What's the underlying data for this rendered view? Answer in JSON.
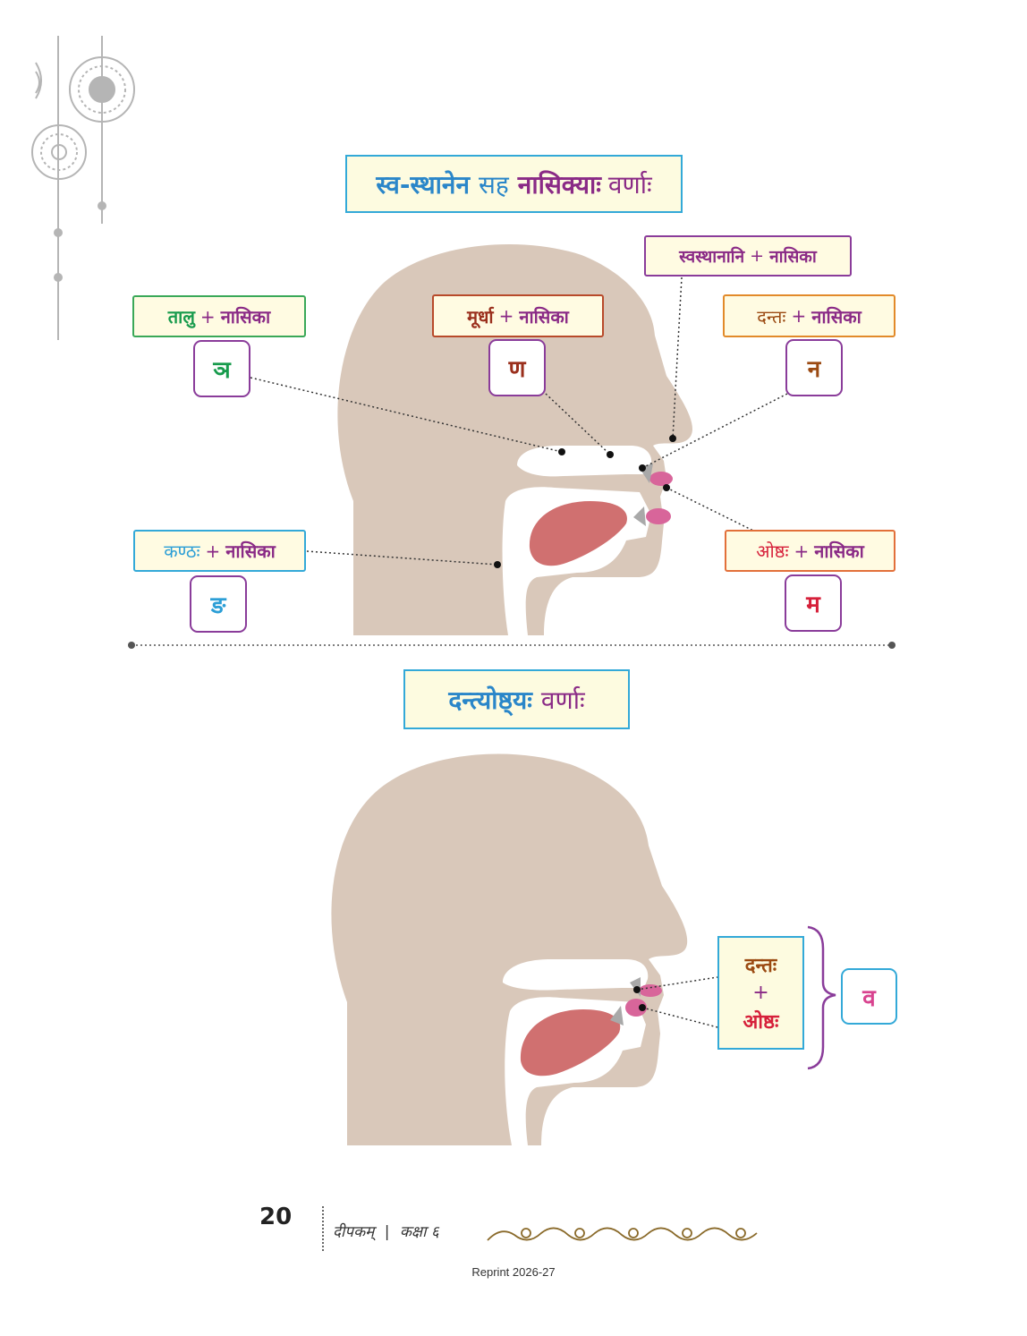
{
  "section1": {
    "title": {
      "part_a": "स्व-स्थानेन",
      "part_b": "सह",
      "part_c": "नासिक्याः",
      "part_d": "वर्णाः"
    },
    "labels": {
      "svasthanani": {
        "place": "स्वस्थानानि",
        "plus": "+",
        "nasika": "नासिका"
      },
      "talu": {
        "place": "तालु",
        "plus": "+",
        "nasika": "नासिका",
        "letter": "ञ"
      },
      "murdha": {
        "place": "मूर्धा",
        "plus": "+",
        "nasika": "नासिका",
        "letter": "ण"
      },
      "danta": {
        "place": "दन्तः",
        "plus": "+",
        "nasika": "नासिका",
        "letter": "न"
      },
      "kantha": {
        "place": "कण्ठः",
        "plus": "+",
        "nasika": "नासिका",
        "letter": "ङ"
      },
      "oshtha": {
        "place": "ओष्ठः",
        "plus": "+",
        "nasika": "नासिका",
        "letter": "म"
      }
    }
  },
  "section2": {
    "title": {
      "part_a": "दन्त्योष्ठ्यः",
      "part_b": "वर्णाः"
    },
    "box": {
      "line1": "दन्तः",
      "plus": "+",
      "line2": "ओष्ठः"
    },
    "letter": "व"
  },
  "footer": {
    "page_number": "20",
    "book": "दीपकम्",
    "separator": "|",
    "class_label": "कक्षा ६",
    "reprint": "Reprint 2026-27"
  },
  "colors": {
    "head": "#d9c8ba",
    "tongue": "#d07070",
    "lip": "#d8659a",
    "teeth": "#a9a9a9",
    "title_border": "#33a9d8"
  }
}
